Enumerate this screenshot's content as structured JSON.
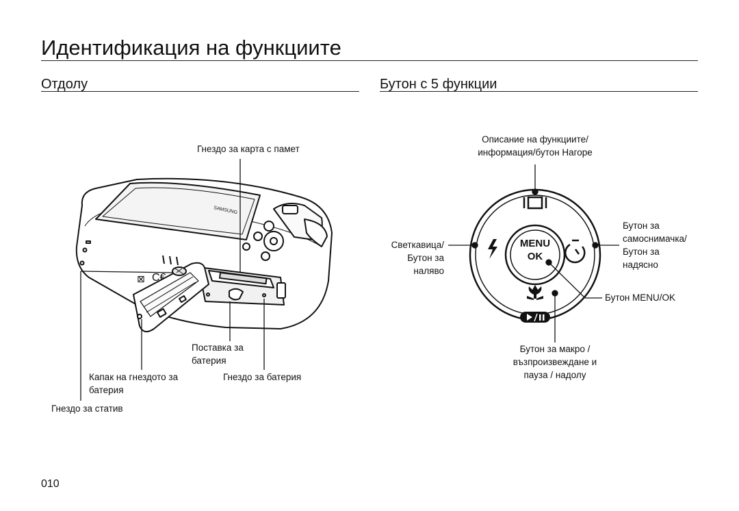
{
  "page": {
    "title": "Идентификация на функциите",
    "page_number": "010"
  },
  "left_section": {
    "title": "Отдолу",
    "brand_mark": "SAMSUNG",
    "labels": {
      "memory_card_slot": "Гнездо за карта с памет",
      "battery_holder_l1": "Поставка за",
      "battery_holder_l2": "батерия",
      "battery_cover_l1": "Капак на гнездото за",
      "battery_cover_l2": "батерия",
      "battery_chamber": "Гнездо за батерия",
      "tripod_mount": "Гнездо за статив"
    }
  },
  "right_section": {
    "title": "Бутон с 5 функции",
    "center_button": {
      "line1": "MENU",
      "line2": "OK"
    },
    "labels": {
      "top_l1": "Описание на функциите/",
      "top_l2": "информация/бутон Нагоре",
      "left_l1": "Светкавица/",
      "left_l2": "Бутон за",
      "left_l3": "наляво",
      "right_l1": "Бутон за",
      "right_l2": "самоснимачка/",
      "right_l3": "Бутон за",
      "right_l4": "надясно",
      "menu_ok": "Бутон MENU/OK",
      "bottom_l1": "Бутон за макро /",
      "bottom_l2": "възпроизвеждане и",
      "bottom_l3": "пауза / надолу"
    }
  }
}
